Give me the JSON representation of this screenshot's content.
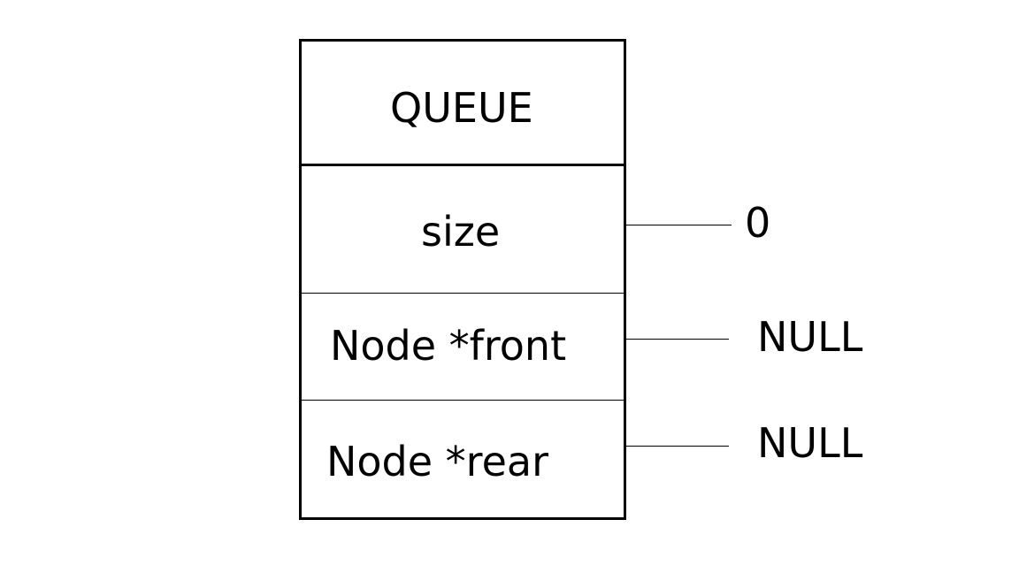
{
  "queue": {
    "title": "QUEUE",
    "fields": [
      {
        "label": "size",
        "value": "0"
      },
      {
        "label": "Node *front",
        "value": "NULL"
      },
      {
        "label": "Node *rear",
        "value": "NULL"
      }
    ]
  }
}
